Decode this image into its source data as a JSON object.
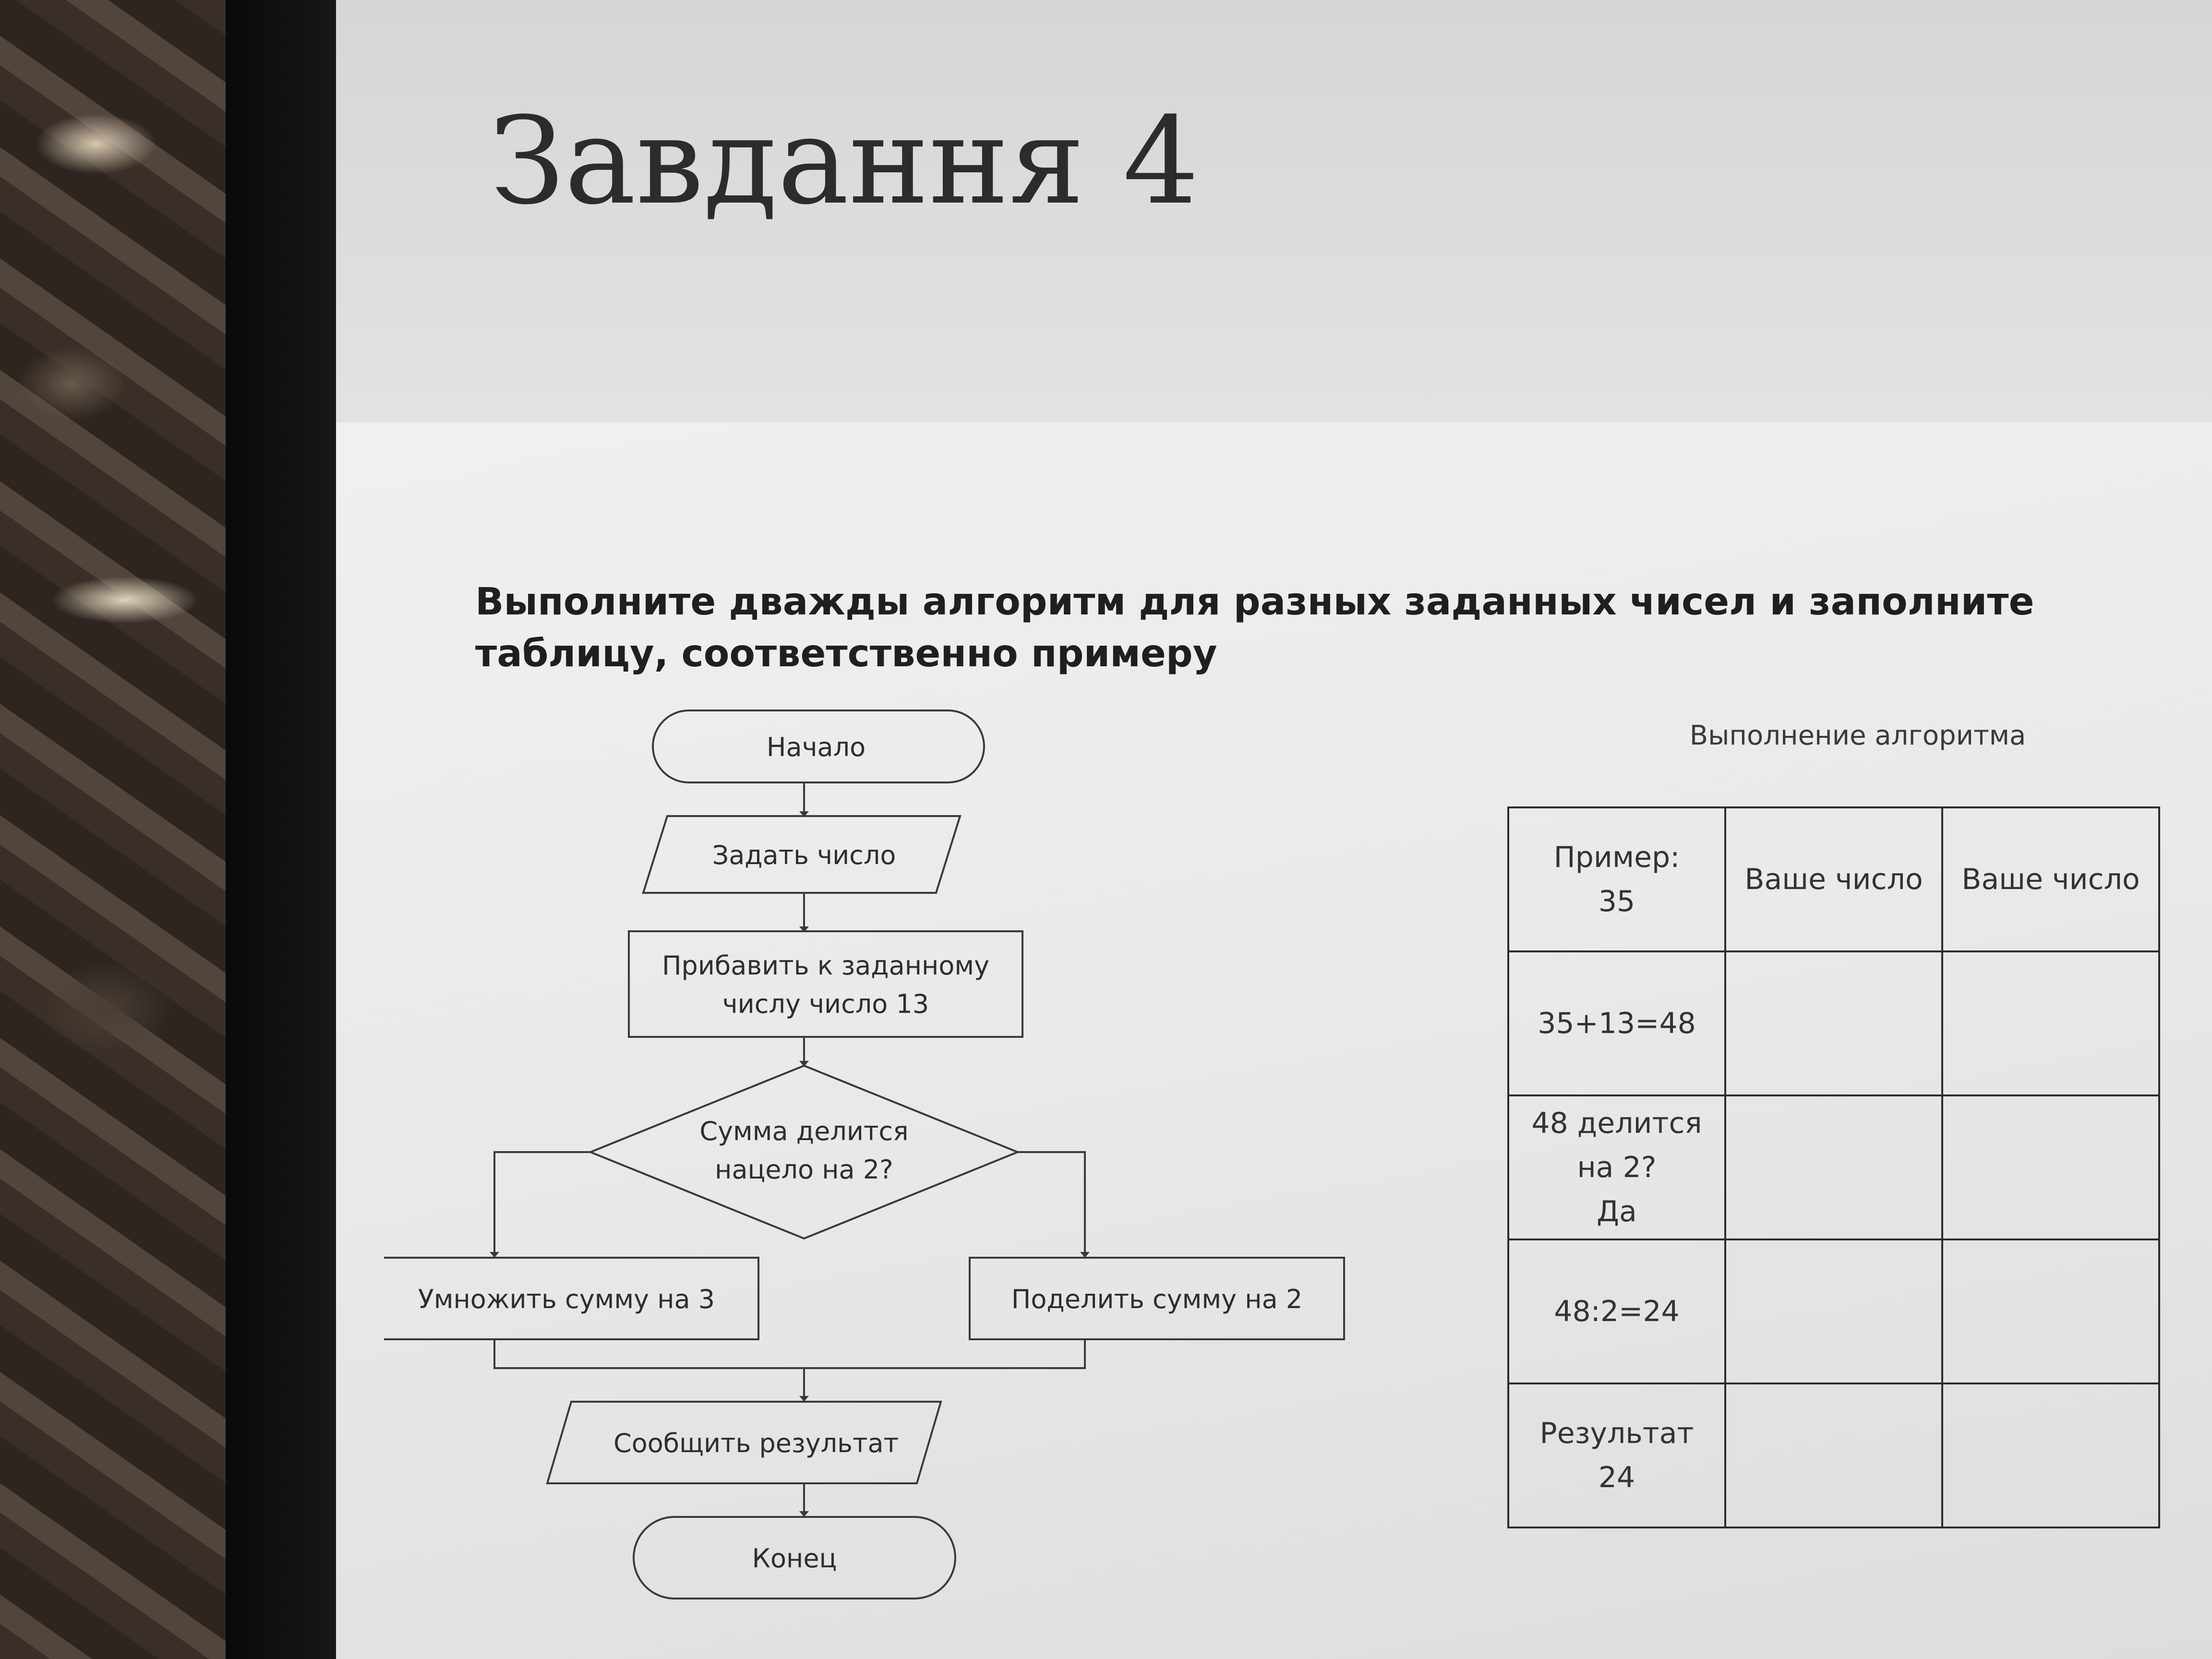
{
  "slide": {
    "title": "Завдання 4",
    "instruction": "Выполните дважды алгоритм для разных заданных чисел и заполните таблицу, соответственно примеру"
  },
  "flowchart": {
    "start": "Начало",
    "input": "Задать число",
    "process_add_line1": "Прибавить к заданному",
    "process_add_line2": "числу число 13",
    "decision_line1": "Сумма делится",
    "decision_line2": "нацело на 2?",
    "multiply": "Умножить сумму на 3",
    "divide": "Поделить сумму на 2",
    "output": "Сообщить результат",
    "end": "Конец"
  },
  "table": {
    "title": "Выполнение алгоритма",
    "header": {
      "example_line1": "Пример:",
      "example_line2": "35",
      "col2": "Ваше число",
      "col3": "Ваше число"
    },
    "rows": [
      {
        "lines": [
          "35+13=48"
        ]
      },
      {
        "lines": [
          "48 делится",
          "на 2?",
          "Да"
        ]
      },
      {
        "lines": [
          "48:2=24"
        ]
      },
      {
        "lines": [
          "Результат",
          "24"
        ]
      }
    ]
  }
}
